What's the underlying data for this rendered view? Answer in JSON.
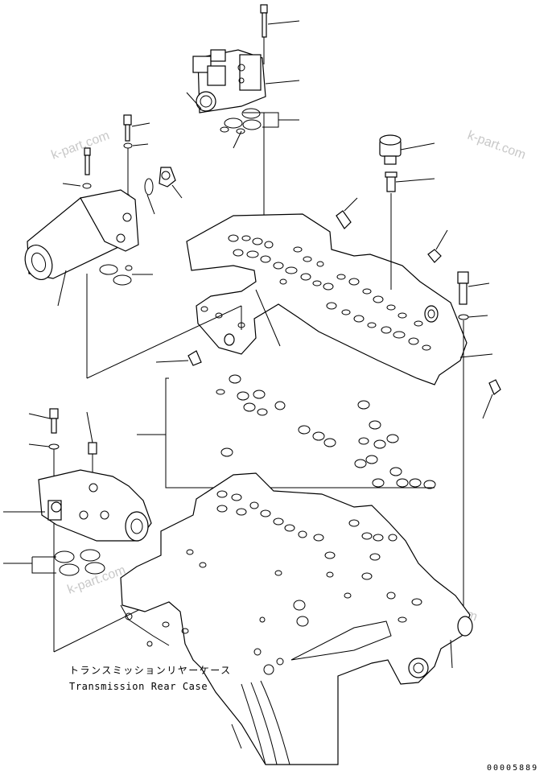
{
  "labels": {
    "case_jp": "トランスミッションリヤーケース",
    "case_en": "Transmission Rear Case"
  },
  "watermarks": [
    "k-part.com",
    "k-part.com",
    "k-part.com",
    "k-part.com"
  ],
  "drawing_code": "00005889"
}
